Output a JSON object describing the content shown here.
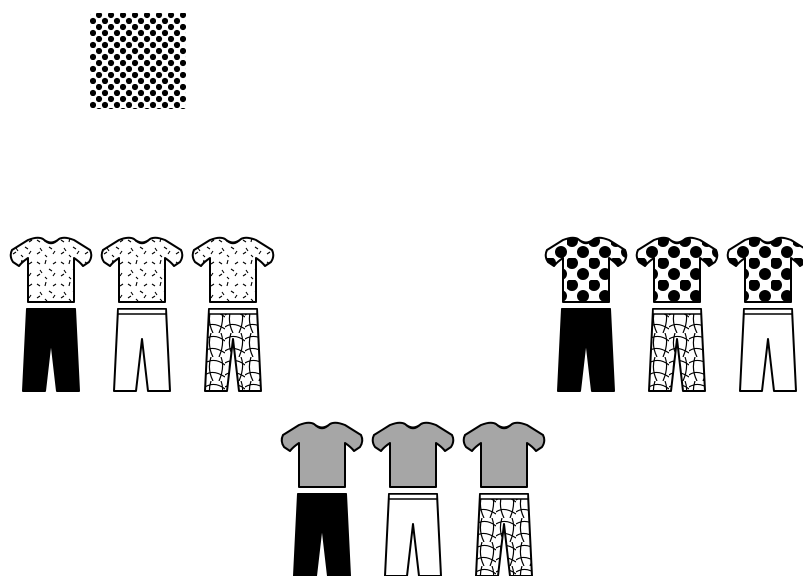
{
  "sample_swatch": {
    "pattern": "polka-dot"
  },
  "outfit_groups": [
    {
      "shirt_pattern": "speckled",
      "outfits": [
        {
          "pants_pattern": "black"
        },
        {
          "pants_pattern": "white"
        },
        {
          "pants_pattern": "mosaic"
        }
      ]
    },
    {
      "shirt_pattern": "polka-dot",
      "outfits": [
        {
          "pants_pattern": "black"
        },
        {
          "pants_pattern": "mosaic"
        },
        {
          "pants_pattern": "white"
        }
      ]
    },
    {
      "shirt_pattern": "gray",
      "outfits": [
        {
          "pants_pattern": "black"
        },
        {
          "pants_pattern": "white"
        },
        {
          "pants_pattern": "mosaic"
        }
      ]
    }
  ],
  "colors": {
    "background": "#ffffff",
    "ink": "#000000",
    "gray_shirt": "#a6a6a6"
  }
}
